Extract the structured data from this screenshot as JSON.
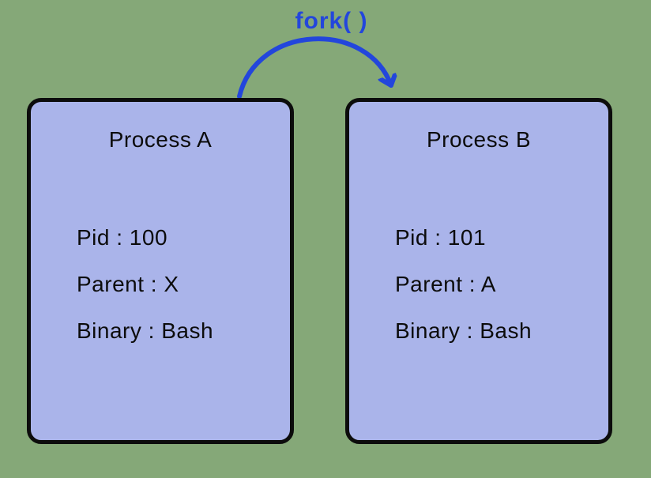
{
  "diagram": {
    "arrow_label": "fork( )",
    "processes": [
      {
        "title": "Process A",
        "fields": [
          "Pid : 100",
          "Parent : X",
          "Binary : Bash"
        ]
      },
      {
        "title": "Process B",
        "fields": [
          "Pid : 101",
          "Parent : A",
          "Binary : Bash"
        ]
      }
    ]
  },
  "colors": {
    "background": "#85a878",
    "box_fill": "#aab4ea",
    "box_border": "#0c0c0c",
    "arrow": "#2346dc",
    "text": "#0c0c0c"
  }
}
